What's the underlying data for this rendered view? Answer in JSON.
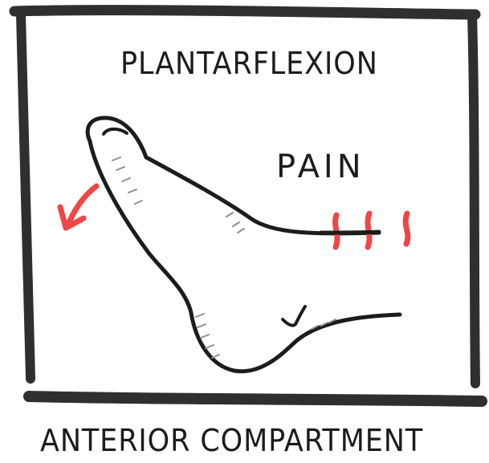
{
  "title": "PLANTARFLEXION",
  "symptom_label": "PAIN",
  "caption": "ANTERIOR COMPARTMENT",
  "colors": {
    "ink": "#1c1c1c",
    "frame": "#2f2f2f",
    "pain": "#f04646",
    "background": "#ffffff"
  },
  "illustration": {
    "subject": "foot-plantarflexion",
    "arrow_direction": "down-left",
    "pain_marks_count": 3
  }
}
